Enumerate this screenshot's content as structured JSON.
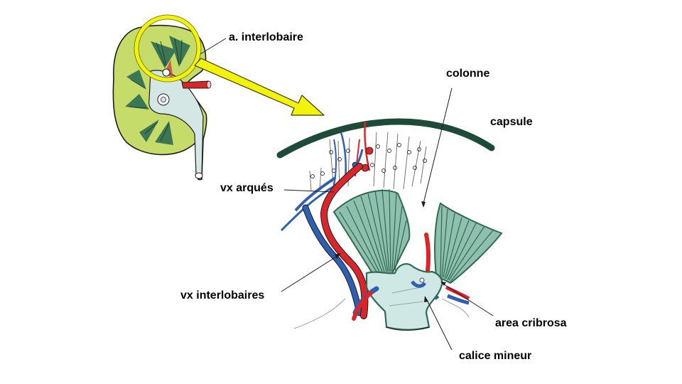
{
  "labels": {
    "interlobar_artery": "a. interlobaire",
    "column": "colonne",
    "capsule": "capsule",
    "arcuate_vessels": "vx arqués",
    "interlobar_vessels": "vx interlobaires",
    "area_cribrosa": "area cribrosa",
    "minor_calyx": "calice mineur"
  },
  "colors": {
    "highlight": "#f2f20a",
    "pyramid": "#2f6b52",
    "parenchyma": "#c6dc6a",
    "calyx": "#cfe8e6",
    "artery": "#d8262b",
    "vein": "#2f5fb0",
    "capsule": "#1e4a3a"
  }
}
